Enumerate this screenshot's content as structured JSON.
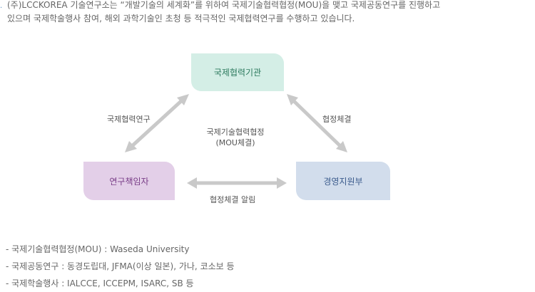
{
  "intro": {
    "bullet": "·",
    "line1": "(주)LCCKOREA 기술연구소는 “개발기술의 세계화”를 위하여 국제기술협력협정(MOU)을 맺고 국제공동연구를 진행하고",
    "line2": "있으며 국제학술행사 참여, 해외 과학기술인 초청 등 적극적인 국제협력연구를 수행하고 있습니다."
  },
  "diagram": {
    "node_top": "국제협력기관",
    "node_left": "연구책임자",
    "node_right": "경영지원부",
    "label_left": "국제협력연구",
    "label_right": "협정체결",
    "label_center_1": "국제기술협력협정",
    "label_center_2": "(MOU체결)",
    "label_bottom": "협정체결 알림",
    "colors": {
      "top_bg": "#d4eee6",
      "left_bg": "#e3cfe8",
      "right_bg": "#d2ddec",
      "arrow": "#c9c9c9"
    }
  },
  "list": [
    "- 국제기술협력협정(MOU) : Waseda University",
    "- 국제공동연구 : 동경도립대, JFMA(이상 일본), 가나, 코소보 등",
    "- 국제학술행사 : IALCCE, ICCEPM, ISARC, SB 등"
  ]
}
